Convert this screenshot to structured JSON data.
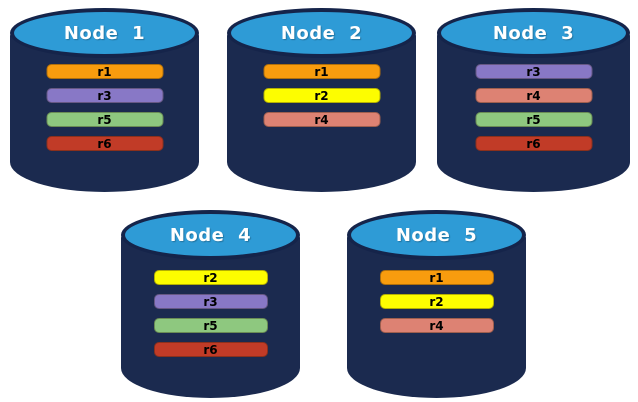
{
  "colors": {
    "background": "#ffffff",
    "cylinder_body": "#1b2a4f",
    "cylinder_top": "#2e9bd6",
    "cylinder_top_border": "#15244a",
    "node_title_text": "#ffffff",
    "replica_label_text": "#000000"
  },
  "replica_colors": {
    "r1": "#f89c0e",
    "r2": "#fdfd00",
    "r3": "#8878c6",
    "r4": "#dd8273",
    "r5": "#8ec87f",
    "r6": "#c13b27"
  },
  "nodes": [
    {
      "label": "Node 1",
      "replicas": [
        "r1",
        "r3",
        "r5",
        "r6"
      ]
    },
    {
      "label": "Node 2",
      "replicas": [
        "r1",
        "r2",
        "r4"
      ]
    },
    {
      "label": "Node 3",
      "replicas": [
        "r3",
        "r4",
        "r5",
        "r6"
      ]
    },
    {
      "label": "Node 4",
      "replicas": [
        "r2",
        "r3",
        "r5",
        "r6"
      ]
    },
    {
      "label": "Node 5",
      "replicas": [
        "r1",
        "r2",
        "r4"
      ]
    }
  ]
}
